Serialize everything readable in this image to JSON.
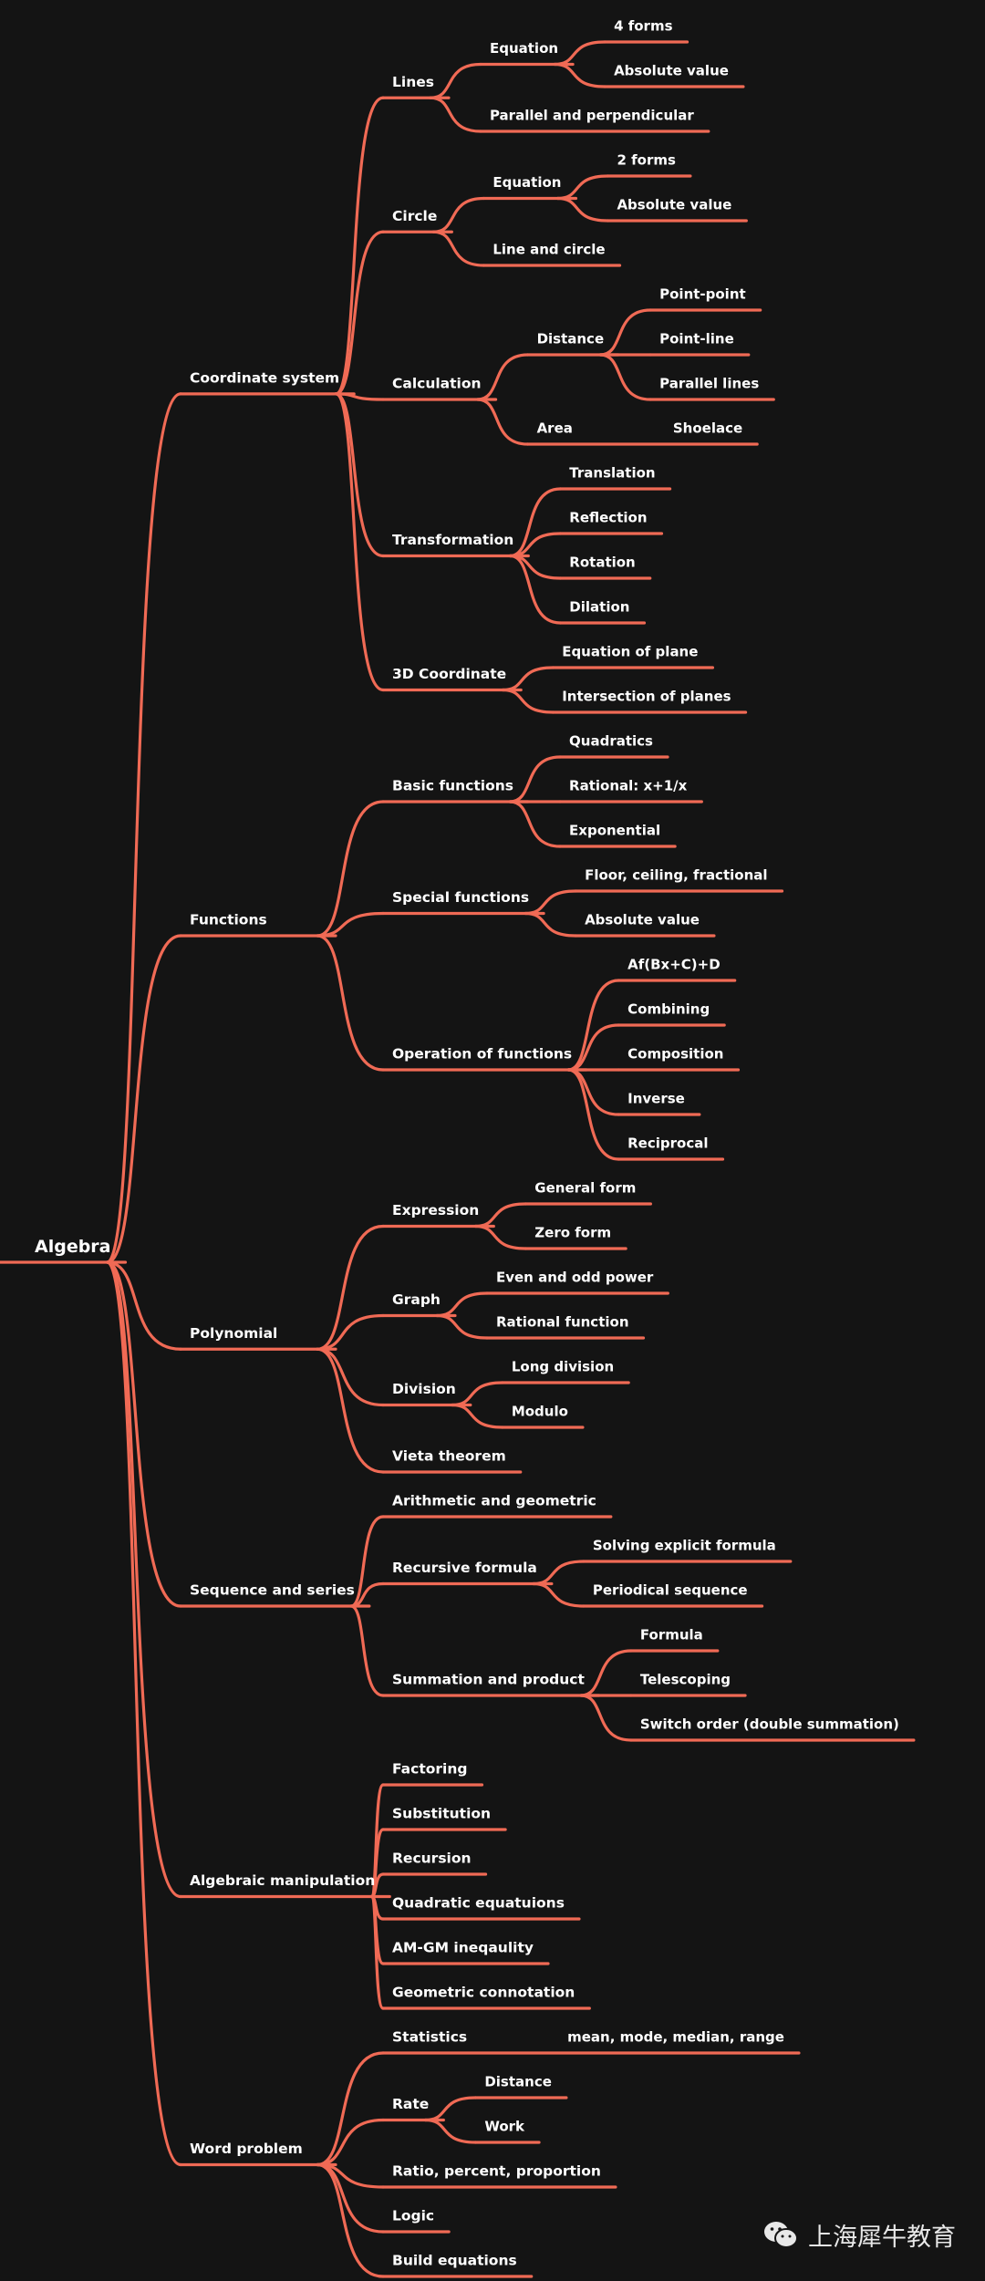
{
  "colors": {
    "background": "#141414",
    "branch": "#f06a55",
    "text": "#ffffff"
  },
  "watermark": {
    "icon": "wechat-icon",
    "text": "上海犀牛教育"
  },
  "mindmap": {
    "label": "Algebra",
    "children": [
      {
        "label": "Coordinate system",
        "children": [
          {
            "label": "Lines",
            "children": [
              {
                "label": "Equation",
                "children": [
                  {
                    "label": "4 forms"
                  },
                  {
                    "label": "Absolute value"
                  }
                ]
              },
              {
                "label": "Parallel and perpendicular"
              }
            ]
          },
          {
            "label": "Circle",
            "children": [
              {
                "label": "Equation",
                "children": [
                  {
                    "label": "2 forms"
                  },
                  {
                    "label": "Absolute value"
                  }
                ]
              },
              {
                "label": "Line and circle"
              }
            ]
          },
          {
            "label": "Calculation",
            "children": [
              {
                "label": "Distance",
                "children": [
                  {
                    "label": "Point-point"
                  },
                  {
                    "label": "Point-line"
                  },
                  {
                    "label": "Parallel lines"
                  }
                ]
              },
              {
                "label": "Area",
                "children": [
                  {
                    "label": "Shoelace"
                  }
                ]
              }
            ]
          },
          {
            "label": "Transformation",
            "children": [
              {
                "label": "Translation"
              },
              {
                "label": "Reflection"
              },
              {
                "label": "Rotation"
              },
              {
                "label": "Dilation"
              }
            ]
          },
          {
            "label": "3D Coordinate",
            "children": [
              {
                "label": "Equation of plane"
              },
              {
                "label": "Intersection of planes"
              }
            ]
          }
        ]
      },
      {
        "label": "Functions",
        "children": [
          {
            "label": "Basic functions",
            "children": [
              {
                "label": "Quadratics"
              },
              {
                "label": "Rational: x+1/x"
              },
              {
                "label": "Exponential"
              }
            ]
          },
          {
            "label": "Special functions",
            "children": [
              {
                "label": "Floor, ceiling, fractional"
              },
              {
                "label": "Absolute value"
              }
            ]
          },
          {
            "label": "Operation of functions",
            "children": [
              {
                "label": "Af(Bx+C)+D"
              },
              {
                "label": "Combining"
              },
              {
                "label": "Composition"
              },
              {
                "label": "Inverse"
              },
              {
                "label": "Reciprocal"
              }
            ]
          }
        ]
      },
      {
        "label": "Polynomial",
        "children": [
          {
            "label": "Expression",
            "children": [
              {
                "label": "General form"
              },
              {
                "label": "Zero form"
              }
            ]
          },
          {
            "label": "Graph",
            "children": [
              {
                "label": "Even and odd power"
              },
              {
                "label": "Rational function"
              }
            ]
          },
          {
            "label": "Division",
            "children": [
              {
                "label": "Long division"
              },
              {
                "label": "Modulo"
              }
            ]
          },
          {
            "label": "Vieta theorem"
          }
        ]
      },
      {
        "label": "Sequence and series",
        "children": [
          {
            "label": "Arithmetic and geometric"
          },
          {
            "label": "Recursive formula",
            "children": [
              {
                "label": "Solving explicit formula"
              },
              {
                "label": "Periodical sequence"
              }
            ]
          },
          {
            "label": "Summation and product",
            "children": [
              {
                "label": "Formula"
              },
              {
                "label": "Telescoping"
              },
              {
                "label": "Switch order (double summation)"
              }
            ]
          }
        ]
      },
      {
        "label": "Algebraic manipulation",
        "children": [
          {
            "label": "Factoring"
          },
          {
            "label": "Substitution"
          },
          {
            "label": "Recursion"
          },
          {
            "label": "Quadratic equatuions"
          },
          {
            "label": "AM-GM ineqaulity"
          },
          {
            "label": "Geometric connotation"
          }
        ]
      },
      {
        "label": "Word problem",
        "children": [
          {
            "label": "Statistics",
            "children": [
              {
                "label": "mean, mode, median, range"
              }
            ]
          },
          {
            "label": "Rate",
            "children": [
              {
                "label": "Distance"
              },
              {
                "label": "Work"
              }
            ]
          },
          {
            "label": "Ratio, percent, proportion"
          },
          {
            "label": "Logic"
          },
          {
            "label": "Build equations"
          }
        ]
      }
    ]
  }
}
